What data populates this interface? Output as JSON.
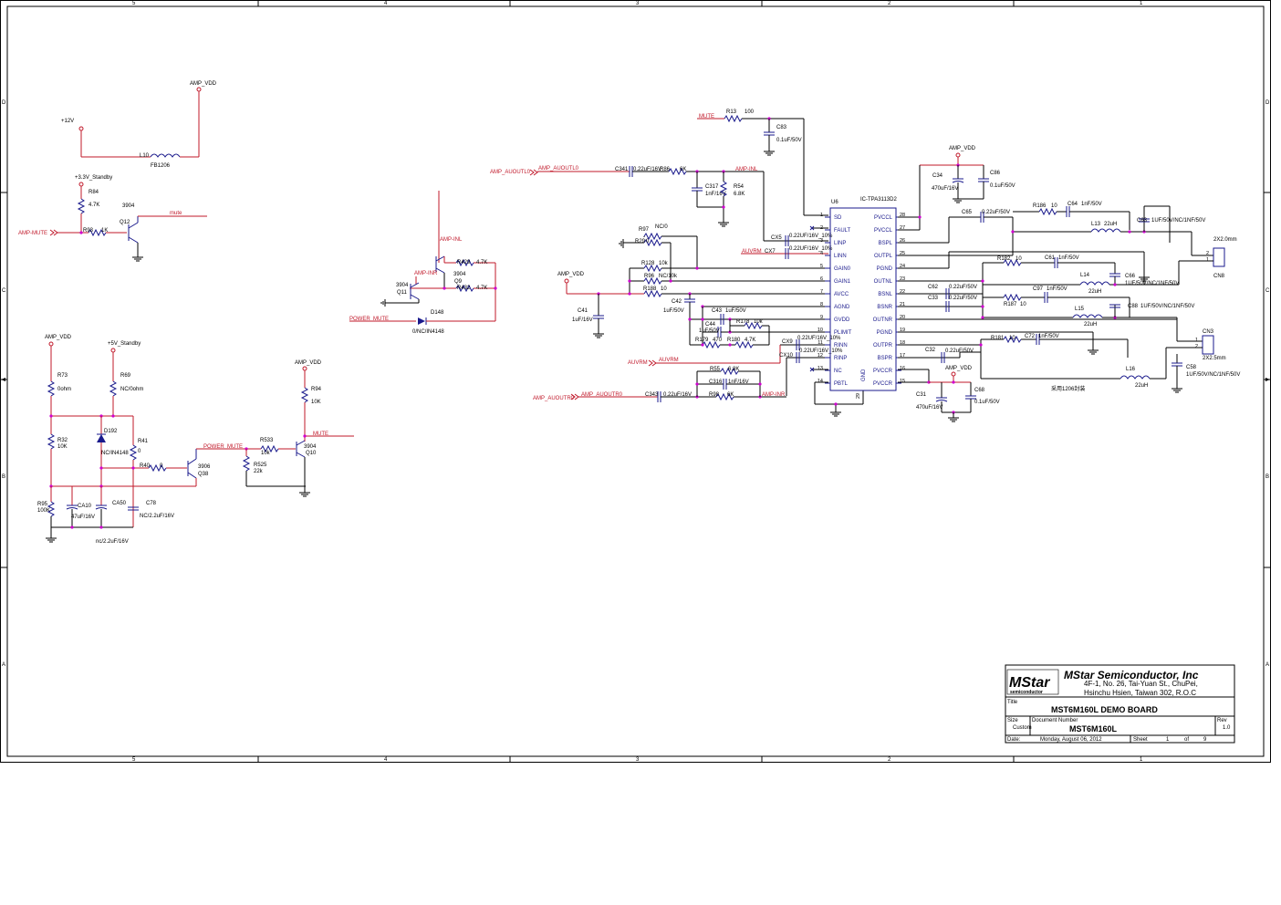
{
  "border": {
    "columns": [
      "5",
      "4",
      "3",
      "2",
      "1"
    ],
    "rows": [
      "D",
      "C",
      "B",
      "A"
    ]
  },
  "nets": {
    "amp_vdd": "AMP_VDD",
    "v12": "+12V",
    "v33_standby": "+3.3V_Standby",
    "v5_standby": "+5V_Standby",
    "amp_mute": "AMP-MUTE",
    "mute_lower": "mute",
    "mute": "MUTE",
    "power_mute": "POWER_MUTE",
    "amp_inl": "AMP-INL",
    "amp_inr": "AMP-INR",
    "amp_auoutl0_a": "AMP_AUOUTL0",
    "amp_auoutl0_b": "AMP_AUOUTL0",
    "amp_auoutr0_a": "AMP_AUOUTR0",
    "amp_auoutr0_b": "AMP_AUOUTR0",
    "auvrm": "AUVRM"
  },
  "ic": {
    "ref": "U6",
    "part": "IC-TPA3113D2",
    "left_pins": [
      {
        "num": "1",
        "name": "SD"
      },
      {
        "num": "2",
        "name": "FAULT"
      },
      {
        "num": "3",
        "name": "LINP"
      },
      {
        "num": "4",
        "name": "LINN"
      },
      {
        "num": "5",
        "name": "GAIN0"
      },
      {
        "num": "6",
        "name": "GAIN1"
      },
      {
        "num": "7",
        "name": "AVCC"
      },
      {
        "num": "8",
        "name": "AGND"
      },
      {
        "num": "9",
        "name": "GVDD"
      },
      {
        "num": "10",
        "name": "PLIMIT"
      },
      {
        "num": "11",
        "name": "RINN"
      },
      {
        "num": "12",
        "name": "RINP"
      },
      {
        "num": "13",
        "name": "NC"
      },
      {
        "num": "14",
        "name": "PBTL"
      }
    ],
    "right_pins": [
      {
        "num": "28",
        "name": "PVCCL"
      },
      {
        "num": "27",
        "name": "PVCCL"
      },
      {
        "num": "26",
        "name": "BSPL"
      },
      {
        "num": "25",
        "name": "OUTPL"
      },
      {
        "num": "24",
        "name": "PGND"
      },
      {
        "num": "23",
        "name": "OUTNL"
      },
      {
        "num": "22",
        "name": "BSNL"
      },
      {
        "num": "21",
        "name": "BSNR"
      },
      {
        "num": "20",
        "name": "OUTNR"
      },
      {
        "num": "19",
        "name": "PGND"
      },
      {
        "num": "18",
        "name": "OUTPR"
      },
      {
        "num": "17",
        "name": "BSPR"
      },
      {
        "num": "16",
        "name": "PVCCR"
      },
      {
        "num": "15",
        "name": "PVCCR"
      }
    ],
    "gnd_pin": "GND",
    "gnd_num": "29"
  },
  "comp": {
    "l10": "L10",
    "fb1206": "FB1206",
    "r84": "R84",
    "v4k7": "4.7K",
    "r93": "R93",
    "v1k": "1K",
    "q12": "Q12",
    "q3904": "3904",
    "r73": "R73",
    "v0ohm": "0ohm",
    "r69": "R69",
    "ncohm": "NC/0ohm",
    "r32": "R32",
    "v10k": "10K",
    "d192": "D192",
    "ncin4148": "NC/IN4148",
    "r41": "R41",
    "v0": "0",
    "r40": "R40",
    "q38": "Q38",
    "q3906": "3906",
    "r95": "R95",
    "v100k": "100K",
    "ca10": "CA10",
    "c47uf": "47uF/16V",
    "ca50": "CA50",
    "nc22uf": "nc/2.2uF/16V",
    "c78": "C78",
    "ncc22": "NC/2.2uF/16V",
    "r533": "R533",
    "v10k_l": "10k",
    "r525": "R525",
    "v22k": "22k",
    "r94": "R94",
    "q10": "Q10",
    "r429": "R429",
    "r432": "R432",
    "v4k7b": "4.7K",
    "q9": "Q9",
    "q11": "Q11",
    "d148": "D148",
    "d0nc": "0/NC/IN4148",
    "r13": "R13",
    "v100": "100",
    "c83": "C83",
    "c01uf": "0.1uF/50V",
    "c341": "C341",
    "c022uf16": "0.22uF/16V",
    "r86": "R86",
    "v6k": "6K",
    "c317": "C317",
    "c1nf16": "1nF/16V",
    "r54": "R54",
    "v6k8": "6.8K",
    "r97": "R97",
    "nc0": "NC/0",
    "r29": "R29",
    "r128": "R128",
    "r96": "R96",
    "nc10k": "NC/10k",
    "r188": "R188",
    "v10": "10",
    "c42": "C42",
    "c1uf50": "1uF/50V",
    "c41": "C41",
    "c1uf16": "1uF/16V",
    "c43": "C43",
    "c44": "C44",
    "c1uf50b": "1uF/50V",
    "r178": "R178",
    "r179": "R179",
    "v470": "470",
    "r180": "R180",
    "cx5": "CX5",
    "cx7": "CX7",
    "cx9": "CX9",
    "cx10": "CX10",
    "cx_val": "0.22UF/16V_10%",
    "r55": "R55",
    "v6k8b": "6.8K",
    "c316": "C316",
    "c1nf16b": "1nF/16V",
    "c343": "C343",
    "r98": "R98",
    "v6kb": "6K",
    "c34": "C34",
    "c470uf": "470uF/16V",
    "c86": "C86",
    "c65": "C65",
    "c022uf50": "0.22uF/50V",
    "r186": "R186",
    "c64": "C64",
    "c1nf50": "1nF/50V",
    "l13": "L13",
    "v22uh": "22uH",
    "c63": "C63",
    "c1uf_nc": "1UF/50V/NC/1NF/50V",
    "cn8": "CN8",
    "cn8v": "2X2.0mm",
    "r182": "R182",
    "c61": "C61",
    "l14": "L14",
    "c66": "C66",
    "c62": "C62",
    "c33": "C33",
    "c97": "C97",
    "r187": "R187",
    "l15": "L15",
    "c88": "C88",
    "cn3": "CN3",
    "cn3v": "2X2.5mm",
    "r181": "R181",
    "c72": "C72",
    "c32": "C32",
    "l16": "L16",
    "c58": "C58",
    "c31": "C31",
    "c68": "C68",
    "note": "采用1206封装"
  },
  "title_block": {
    "company": "MStar Semiconductor, Inc",
    "address1": "4F-1, No. 26, Tai-Yuan St., ChuPei,",
    "address2": "Hsinchu Hsien, Taiwan 302, R.O.C",
    "logo_text": "MStar",
    "logo_sub": "semiconductor",
    "title_label": "Title",
    "title": "MST6M160L DEMO BOARD",
    "size_label": "Size",
    "size": "Custom",
    "docnum_label": "Document Number",
    "docnum": "MST6M160L",
    "rev_label": "Rev",
    "rev": "1.0",
    "date_label": "Date:",
    "date": "Monday, August 06, 2012",
    "sheet_label": "Sheet",
    "sheet": "1",
    "of_label": "of",
    "of": "9"
  }
}
